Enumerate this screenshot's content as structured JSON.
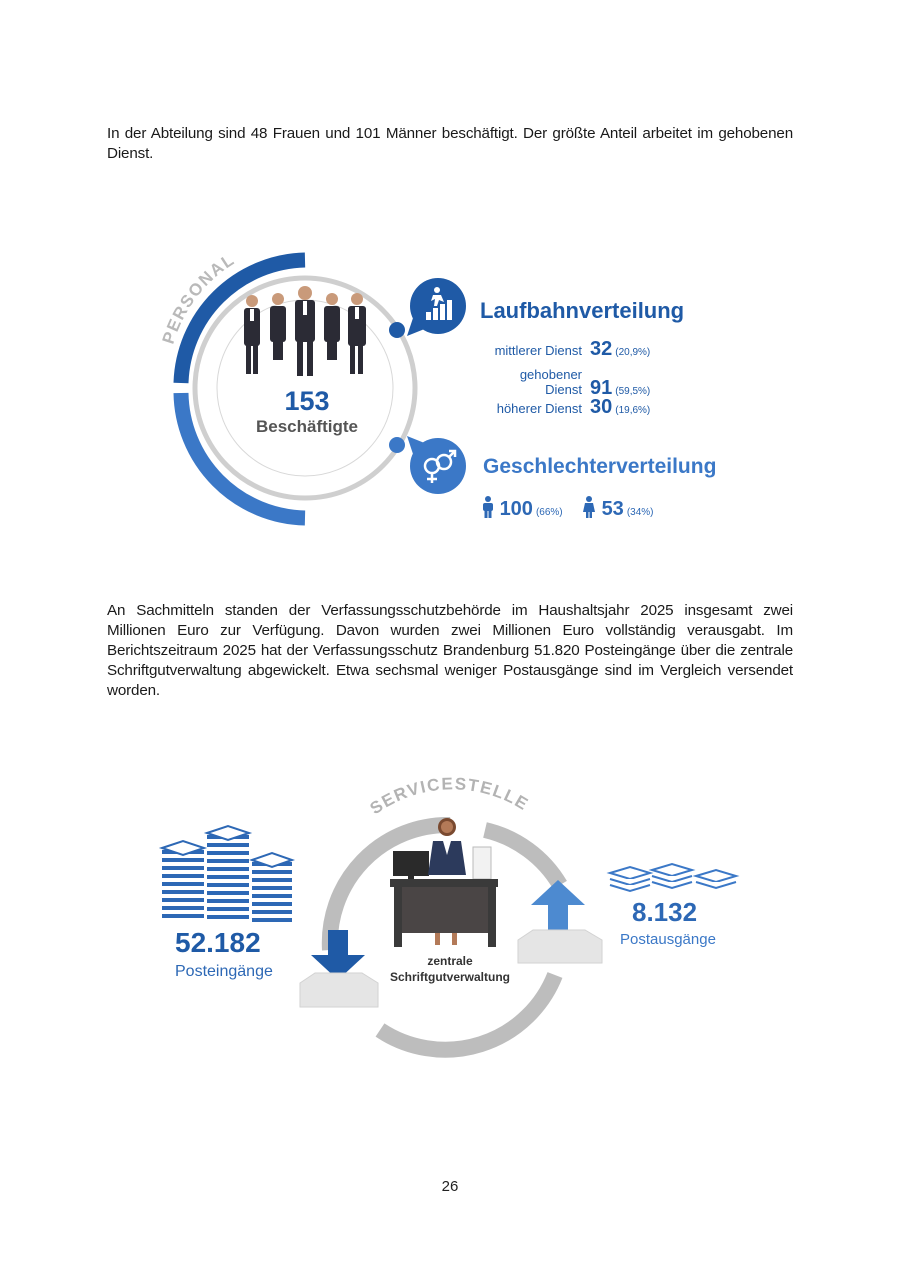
{
  "paragraphs": {
    "p1": "In der Abteilung sind 48 Frauen und 101 Männer beschäftigt. Der größte Anteil arbeitet im gehobenen Dienst.",
    "p2": "An Sachmitteln standen der Verfassungsschutzbehörde im Haushaltsjahr 2025 insgesamt zwei Millionen Euro zur Verfügung. Davon wurden zwei Millionen Euro vollständig verausgabt. Im Berichtszeitraum 2025 hat der Verfassungsschutz Brandenburg 51.820 Posteingänge über die zentrale Schriftgutverwaltung abgewickelt. Etwa sechsmal weniger Postausgänge sind im Vergleich versendet worden."
  },
  "personal": {
    "arc_label": "PERSONAL",
    "total": "153",
    "total_label": "Beschäftigte",
    "career_title": "Laufbahnverteilung",
    "career": [
      {
        "label": "mittlerer Dienst",
        "value": "32",
        "pct": "(20,9%)"
      },
      {
        "label": "gehobener Dienst",
        "value": "91",
        "pct": "(59,5%)"
      },
      {
        "label": "höherer Dienst",
        "value": "30",
        "pct": "(19,6%)"
      }
    ],
    "gender_title": "Geschlechterverteilung",
    "male": {
      "value": "100",
      "pct": "(66%)"
    },
    "female": {
      "value": "53",
      "pct": "(34%)"
    }
  },
  "service": {
    "arc_label": "SERVICESTELLE",
    "incoming_value": "52.182",
    "incoming_label": "Posteingänge",
    "outgoing_value": "8.132",
    "outgoing_label": "Postausgänge",
    "center_line1": "zentrale",
    "center_line2": "Schriftgutverwaltung"
  },
  "colors": {
    "primary": "#1f5aa6",
    "light": "#3b78c7",
    "grey": "#c8c8c8"
  },
  "page_number": "26"
}
